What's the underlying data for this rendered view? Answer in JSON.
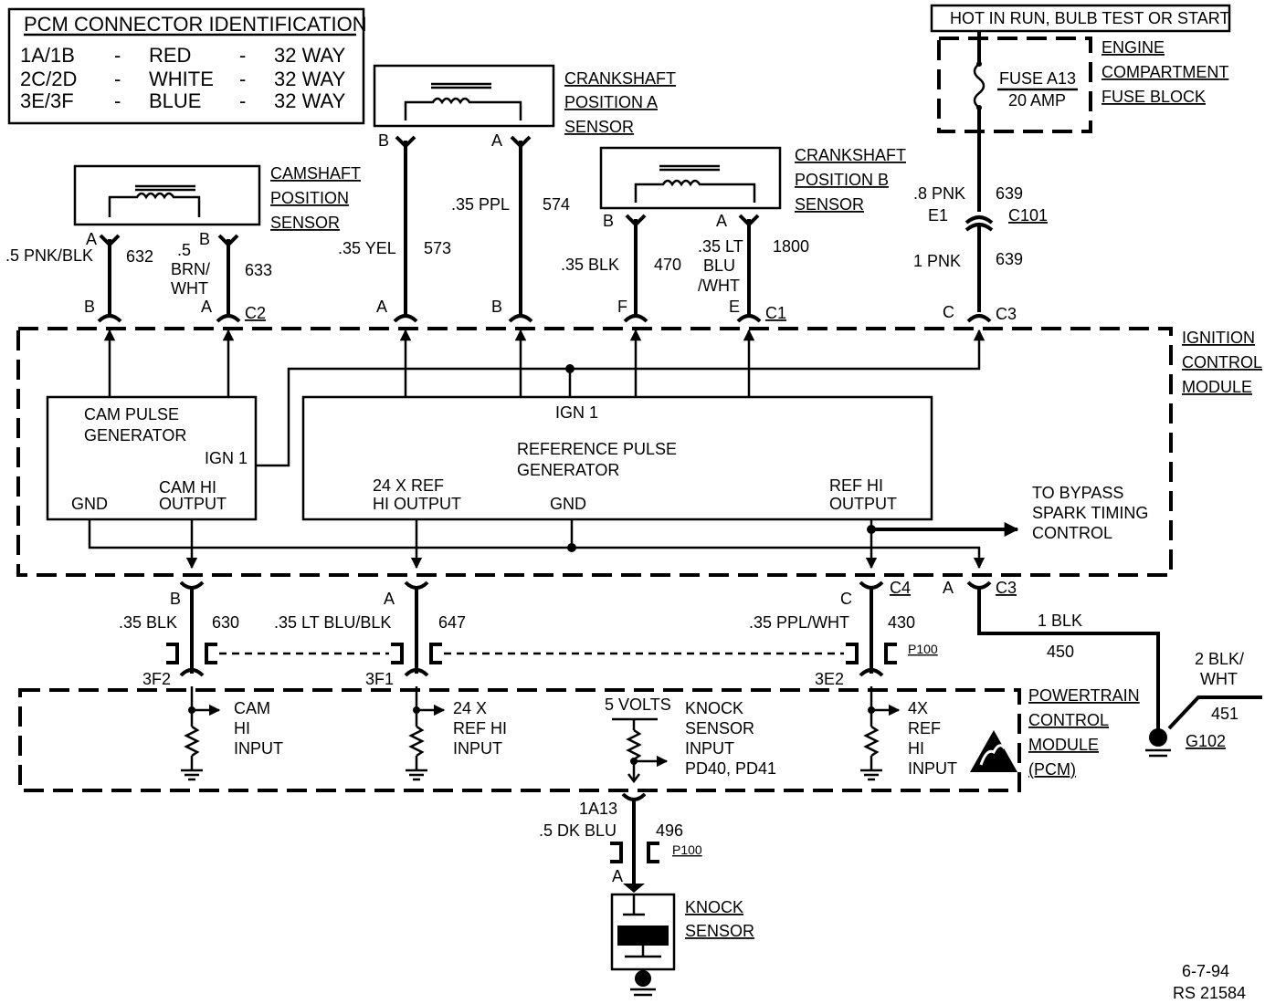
{
  "table": {
    "title": "PCM CONNECTOR IDENTIFICATION",
    "rows": [
      {
        "conn": "1A/1B",
        "dash": "-",
        "color": "RED",
        "dash2": "-",
        "ways": "32 WAY"
      },
      {
        "conn": "2C/2D",
        "dash": "-",
        "color": "WHITE",
        "dash2": "-",
        "ways": "32 WAY"
      },
      {
        "conn": "3E/3F",
        "dash": "-",
        "color": "BLUE",
        "dash2": "-",
        "ways": "32 WAY"
      }
    ]
  },
  "hot_label": "HOT IN RUN,  BULB TEST OR START",
  "fuse": {
    "name": "FUSE A13",
    "amp": "20 AMP",
    "block": [
      "ENGINE",
      "COMPARTMENT",
      "FUSE BLOCK"
    ]
  },
  "sensors": {
    "cam": [
      "CAMSHAFT",
      "POSITION",
      "SENSOR"
    ],
    "crank_a": [
      "CRANKSHAFT",
      "POSITION A",
      "SENSOR"
    ],
    "crank_b": [
      "CRANKSHAFT",
      "POSITION B",
      "SENSOR"
    ],
    "knock": [
      "KNOCK",
      "SENSOR"
    ]
  },
  "wires": {
    "w632": {
      "gauge": ".5 PNK/BLK",
      "circuit": "632"
    },
    "w633": {
      "gauge": [
        ".5",
        "BRN/",
        "WHT"
      ],
      "circuit": "633"
    },
    "w573": {
      "gauge": ".35 YEL",
      "circuit": "573"
    },
    "w574": {
      "gauge": ".35 PPL",
      "circuit": "574"
    },
    "w470": {
      "gauge": ".35 BLK",
      "circuit": "470"
    },
    "w1800": {
      "gauge": [
        ".35 LT",
        "BLU",
        "/WHT"
      ],
      "circuit": "1800"
    },
    "w639a": {
      "gauge": ".8 PNK",
      "circuit": "639"
    },
    "w639b": {
      "gauge": "1 PNK",
      "circuit": "639"
    },
    "w630": {
      "gauge": ".35 BLK",
      "circuit": "630"
    },
    "w647": {
      "gauge": ".35 LT BLU/BLK",
      "circuit": "647"
    },
    "w430": {
      "gauge": ".35 PPL/WHT",
      "circuit": "430"
    },
    "w450": {
      "gauge": "1 BLK",
      "circuit": "450"
    },
    "w451": {
      "gauge": [
        "2 BLK/",
        "WHT"
      ],
      "circuit": "451"
    },
    "w496": {
      "gauge": ".5 DK BLU",
      "circuit": "496"
    }
  },
  "connectors": {
    "c2": "C2",
    "c1": "C1",
    "c3": "C3",
    "c4": "C4",
    "c101": "C101",
    "e1": "E1",
    "p100": "P100",
    "g102": "G102",
    "ka13": "1A13",
    "pcm_3f2": "3F2",
    "pcm_3f1": "3F1",
    "pcm_3e2": "3E2"
  },
  "pins": {
    "a": "A",
    "b": "B",
    "c": "C",
    "e": "E",
    "f": "F"
  },
  "icm": {
    "name": [
      "IGNITION",
      "CONTROL",
      "MODULE"
    ],
    "cam_gen": [
      "CAM PULSE",
      "GENERATOR"
    ],
    "ign1": "IGN 1",
    "gnd": "GND",
    "cam_hi_out": [
      "CAM HI",
      "OUTPUT"
    ],
    "ref_gen": [
      "REFERENCE PULSE",
      "GENERATOR"
    ],
    "ref24_out": [
      "24 X REF",
      "HI OUTPUT"
    ],
    "ref_hi_out": [
      "REF HI",
      "OUTPUT"
    ],
    "bypass": [
      "TO BYPASS",
      "SPARK TIMING",
      "CONTROL"
    ]
  },
  "pcm": {
    "name": [
      "POWERTRAIN",
      "CONTROL",
      "MODULE",
      "(PCM)"
    ],
    "cam_in": [
      "CAM",
      "HI",
      "INPUT"
    ],
    "ref24_in": [
      "24 X",
      "REF HI",
      "INPUT"
    ],
    "five_v": "5 VOLTS",
    "knock_in": [
      "KNOCK",
      "SENSOR",
      "INPUT",
      "PD40, PD41"
    ],
    "ref4_in": [
      "4X",
      "REF",
      "HI",
      "INPUT"
    ]
  },
  "date": "6-7-94",
  "ref_no": "RS 21584"
}
